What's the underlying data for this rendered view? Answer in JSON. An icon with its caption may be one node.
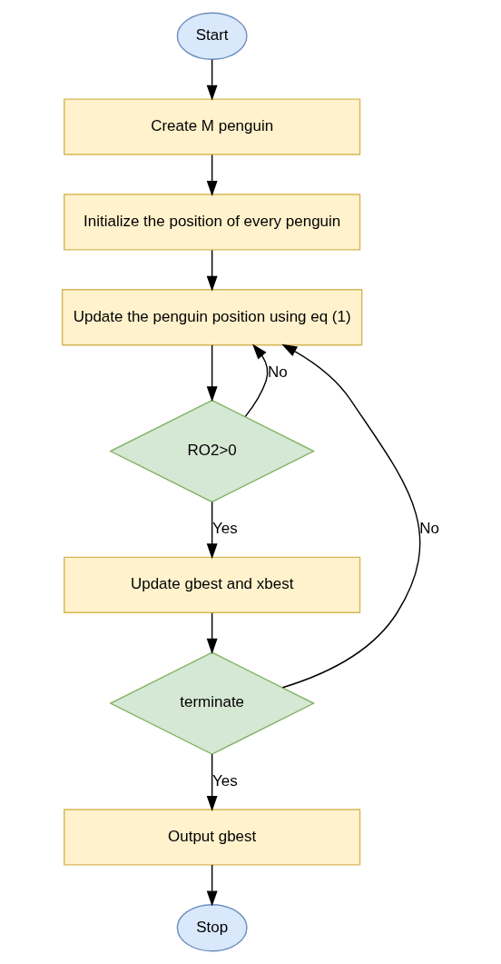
{
  "diagram": {
    "nodes": [
      {
        "text": [
          "Start"
        ]
      },
      {
        "text": [
          "Create M penguin"
        ]
      },
      {
        "text": [
          "Initialize the position of every penguin"
        ]
      },
      {
        "text": [
          "Update the penguin position using eq (1)"
        ]
      },
      {
        "text": [
          "RO2>0"
        ]
      },
      {
        "text": [
          "Update gbest and xbest"
        ]
      },
      {
        "text": [
          "terminate"
        ]
      },
      {
        "text": [
          "Output gbest"
        ]
      },
      {
        "text": [
          "Stop"
        ]
      }
    ],
    "edges": [
      {
        "from": 0,
        "to": 1,
        "arrow": "to"
      },
      {
        "from": 1,
        "to": 2,
        "arrow": "to"
      },
      {
        "from": 2,
        "to": 3,
        "arrow": "to"
      },
      {
        "from": 3,
        "to": 4,
        "arrow": "to"
      },
      {
        "from": 4,
        "to": 5,
        "arrow": "to",
        "label": "Yes"
      },
      {
        "from": 4,
        "to": 3,
        "arrow": "to",
        "label": "No"
      },
      {
        "from": 5,
        "to": 6,
        "arrow": "to"
      },
      {
        "from": 6,
        "to": 3,
        "arrow": "to",
        "label": "No"
      },
      {
        "from": 6,
        "to": 7,
        "arrow": "to",
        "label": "Yes"
      },
      {
        "from": 7,
        "to": 8,
        "arrow": "to"
      }
    ]
  }
}
